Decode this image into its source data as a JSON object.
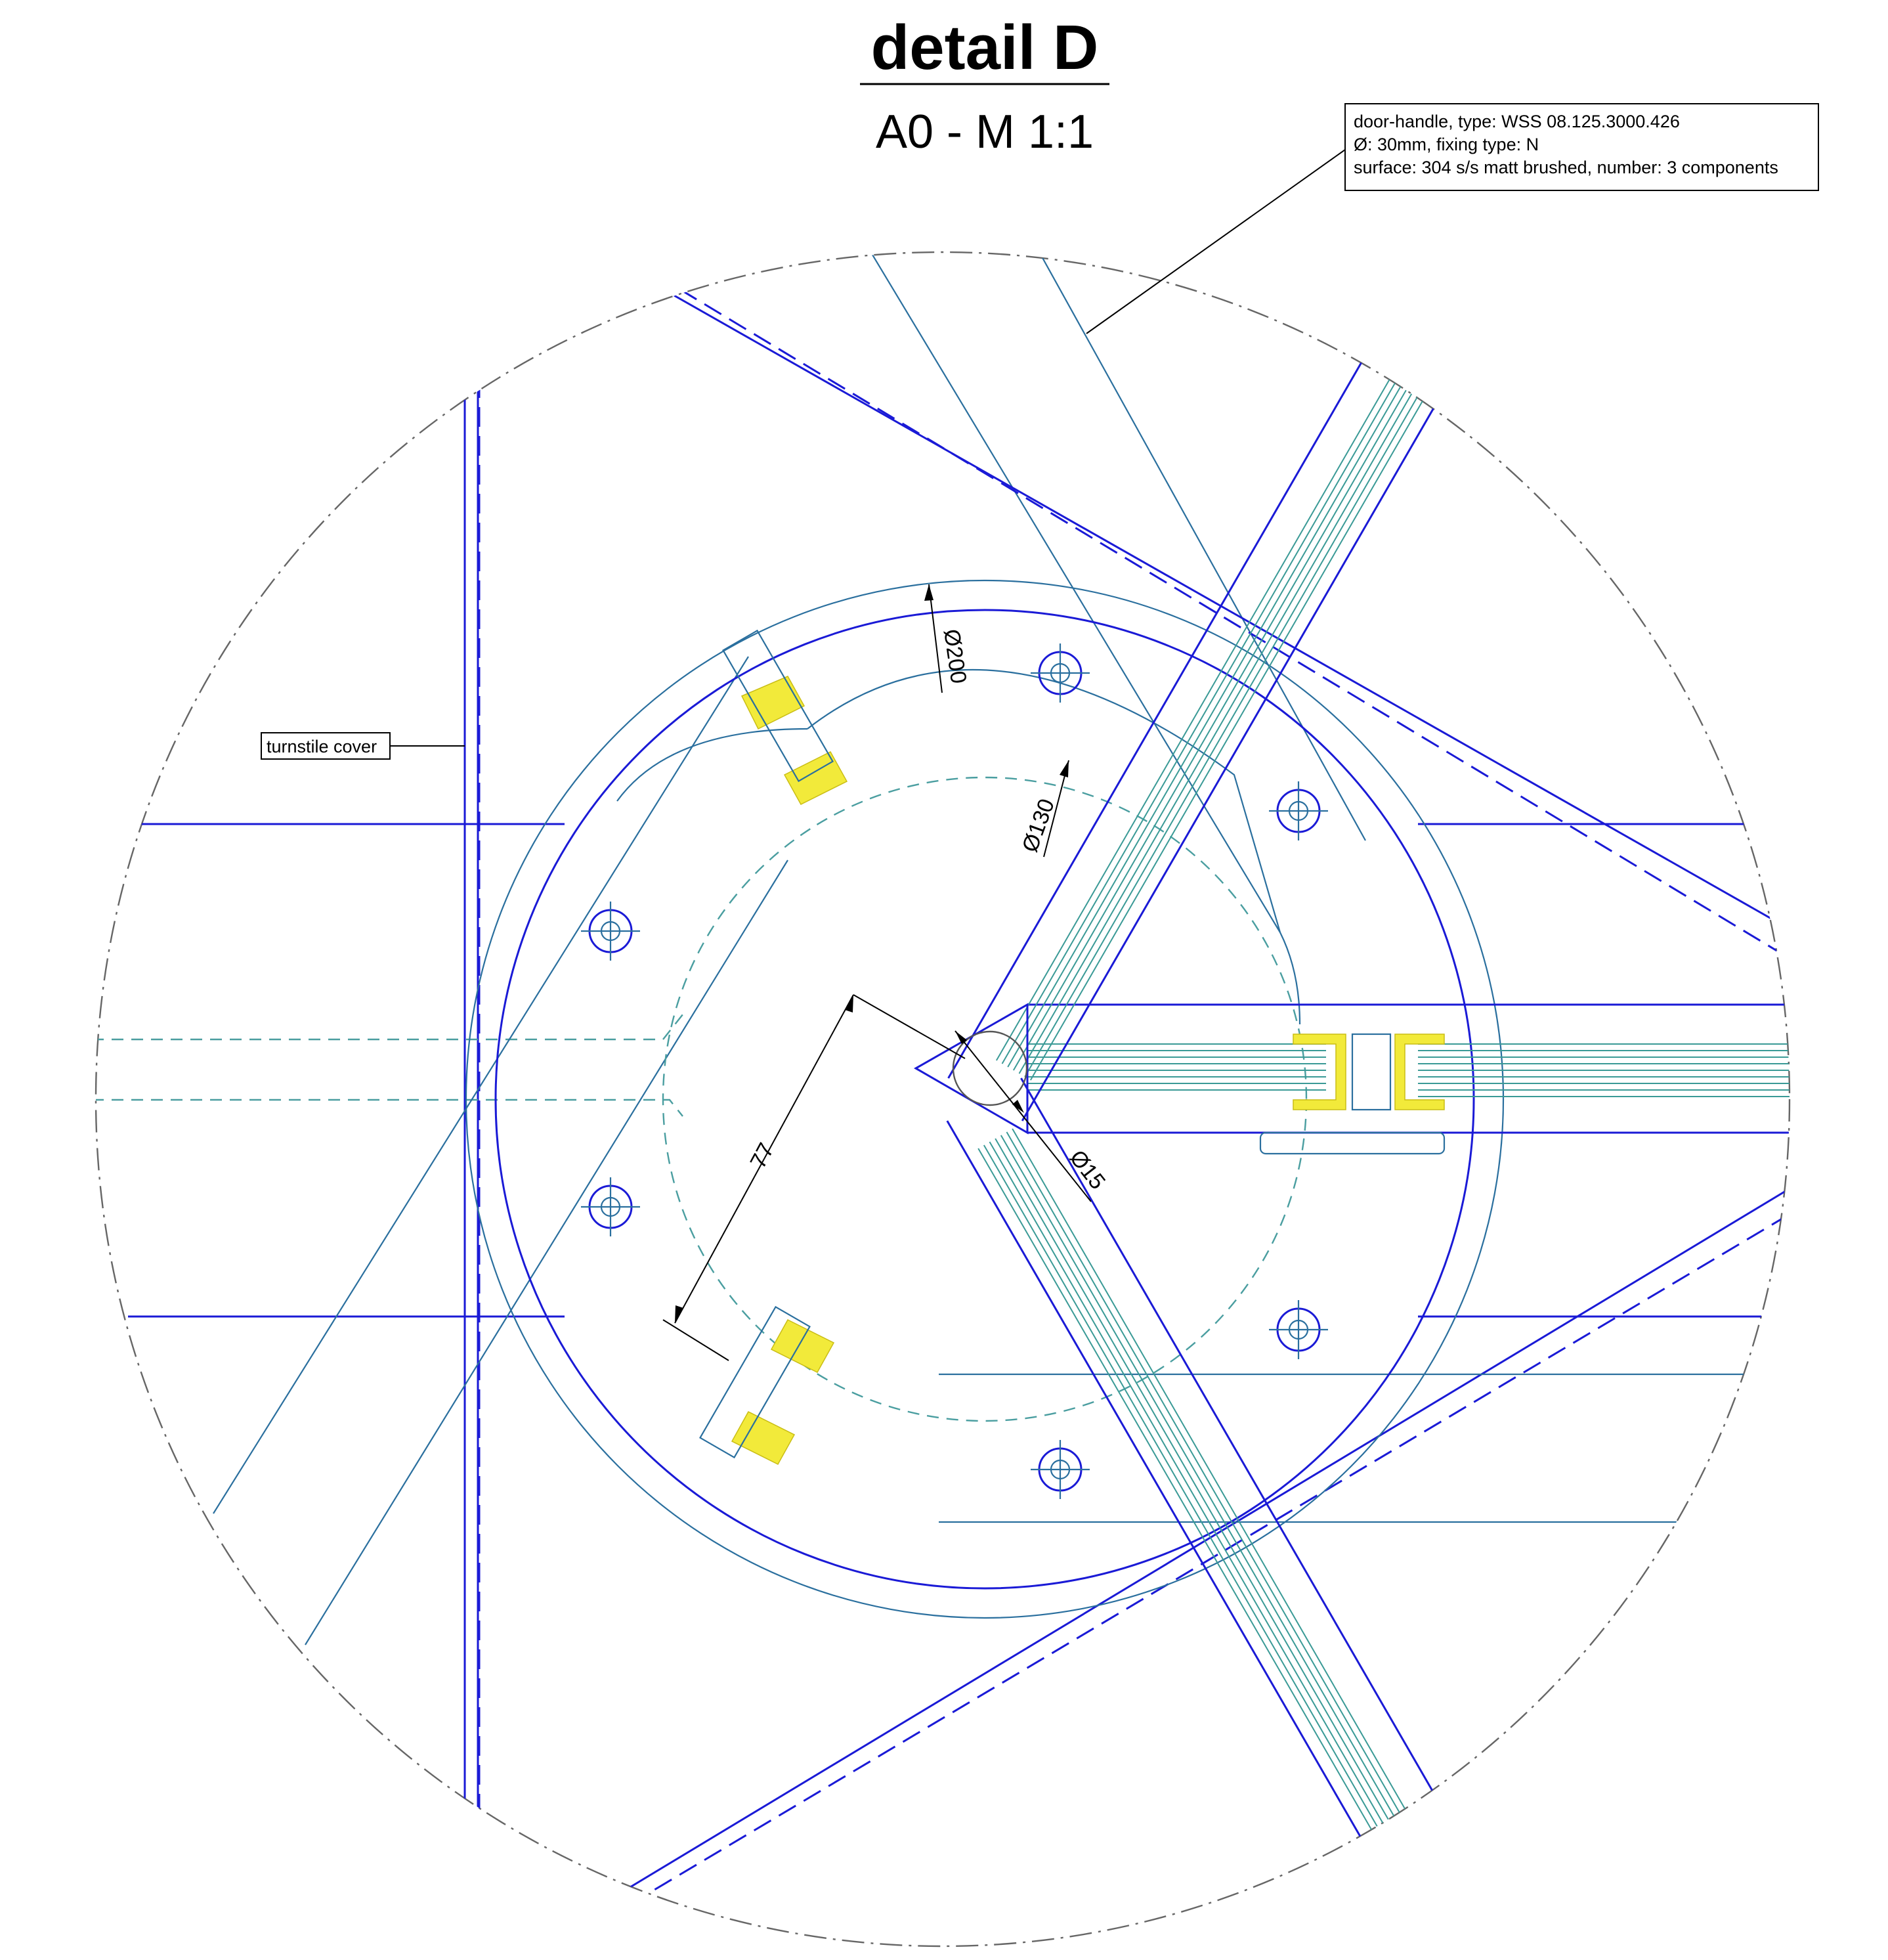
{
  "title": "detail D",
  "scale": "A0 - M 1:1",
  "callout_door_handle": {
    "line1": "door-handle, type: WSS 08.125.3000.426",
    "line2": "Ø: 30mm, fixing type: N",
    "line3": "surface: 304 s/s matt brushed, number: 3 components"
  },
  "label_turnstile_cover": "turnstile cover",
  "dimensions": {
    "d200": "Ø200",
    "d130": "Ø130",
    "d15": "Ø15",
    "len77": "77"
  },
  "colors": {
    "outline_blue": "#1a1ad6",
    "detail_teal": "#2a6f9e",
    "glass_green": "#3a9a96",
    "gasket_yellow": "#f2ea3a",
    "border_gray": "#666666"
  }
}
